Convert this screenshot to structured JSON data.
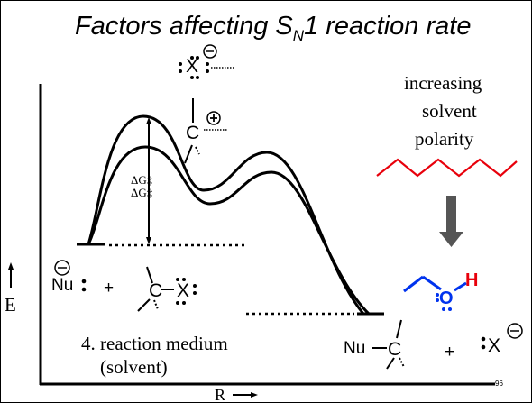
{
  "slide": {
    "title_prefix": "Factors affecting S",
    "title_sub": "N",
    "title_suffix": "1 reaction rate",
    "axis_y_label": "E",
    "axis_x_label": "R",
    "dg_top": "ΔG‡",
    "dg_bottom": "ΔG‡",
    "factor_label_line1": "4.  reaction medium",
    "factor_label_line2": "(solvent)",
    "trend_label_line1": "increasing",
    "trend_label_line2": "solvent",
    "trend_label_line3": "polarity",
    "page_number": "96",
    "chem": {
      "nu": "Nu",
      "plus": "+",
      "carbon": "C",
      "halide": "X",
      "oxygen": "O",
      "hydrogen": "H"
    }
  },
  "colors": {
    "alkane": "#e8000b",
    "alcohol_bonds": "#0033ee",
    "oxygen": "#0033ee",
    "hydrogen": "#e8000b",
    "arrow": "#555555"
  }
}
